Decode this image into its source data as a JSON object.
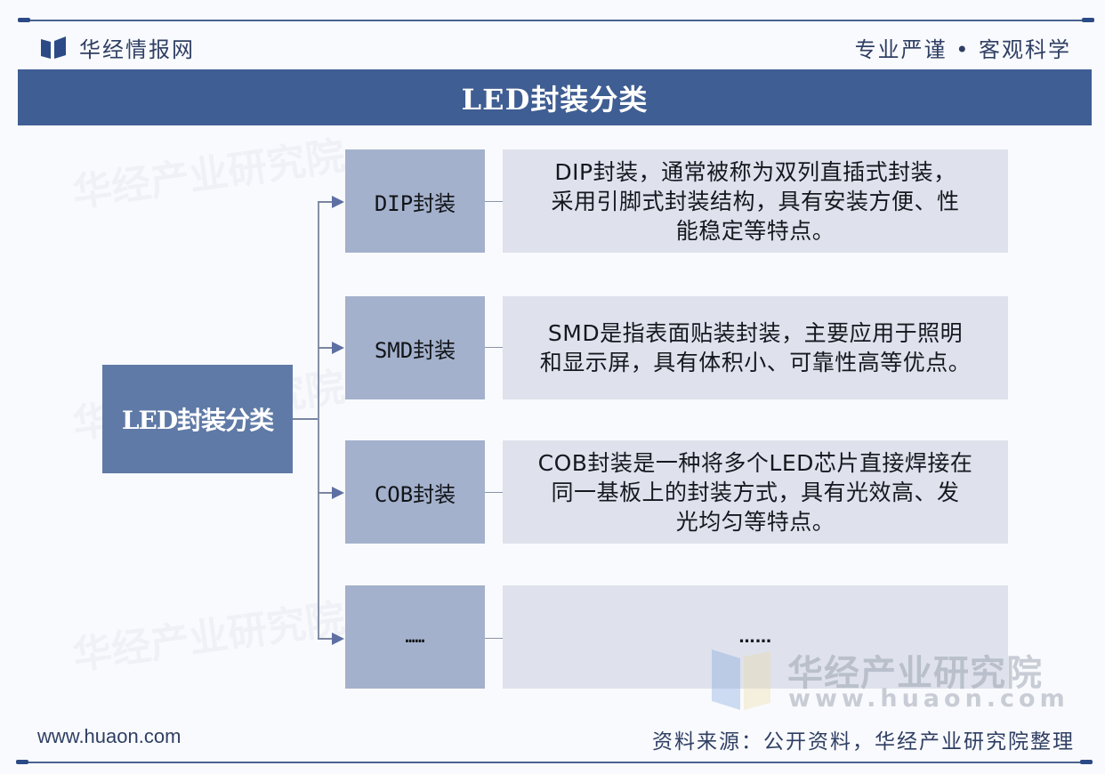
{
  "header": {
    "brand": "华经情报网",
    "slogan": "专业严谨 • 客观科学",
    "logo_icon": "book-logo-icon"
  },
  "banner": {
    "title": "LED封装分类"
  },
  "diagram": {
    "root": {
      "label": "LED封装分类"
    },
    "branches": [
      {
        "label": "DIP封装",
        "description": "DIP封装，通常被称为双列直插式封装，采用引脚式封装结构，具有安装方便、性能稳定等特点。",
        "lines": [
          "DIP封装，通常被称为双列直插式封装，",
          "采用引脚式封装结构，具有安装方便、性",
          "能稳定等特点。"
        ]
      },
      {
        "label": "SMD封装",
        "description": "SMD是指表面贴装封装，主要应用于照明和显示屏，具有体积小、可靠性高等优点。",
        "lines": [
          "SMD是指表面贴装封装，主要应用于照明",
          "和显示屏，具有体积小、可靠性高等优点。"
        ]
      },
      {
        "label": "COB封装",
        "description": "COB封装是一种将多个LED芯片直接焊接在同一基板上的封装方式，具有光效高、发光均匀等特点。",
        "lines": [
          "COB封装是一种将多个LED芯片直接焊接在",
          "同一基板上的封装方式，具有光效高、发",
          "光均匀等特点。"
        ]
      },
      {
        "label": "……",
        "description": "……",
        "lines": [
          "……"
        ]
      }
    ]
  },
  "watermark": {
    "name": "华经产业研究院",
    "url": "www.huaon.com",
    "background_text": "华经产业研究院"
  },
  "footer": {
    "url": "www.huaon.com",
    "source": "资料来源：公开资料，华经产业研究院整理"
  },
  "colors": {
    "banner": "#3f5e94",
    "root_box": "#5f7aa6",
    "category_box": "#a4b1cc",
    "description_box": "#dfe2ec",
    "arrow": "#5d6fa3",
    "text_dark": "#2f3f63"
  }
}
